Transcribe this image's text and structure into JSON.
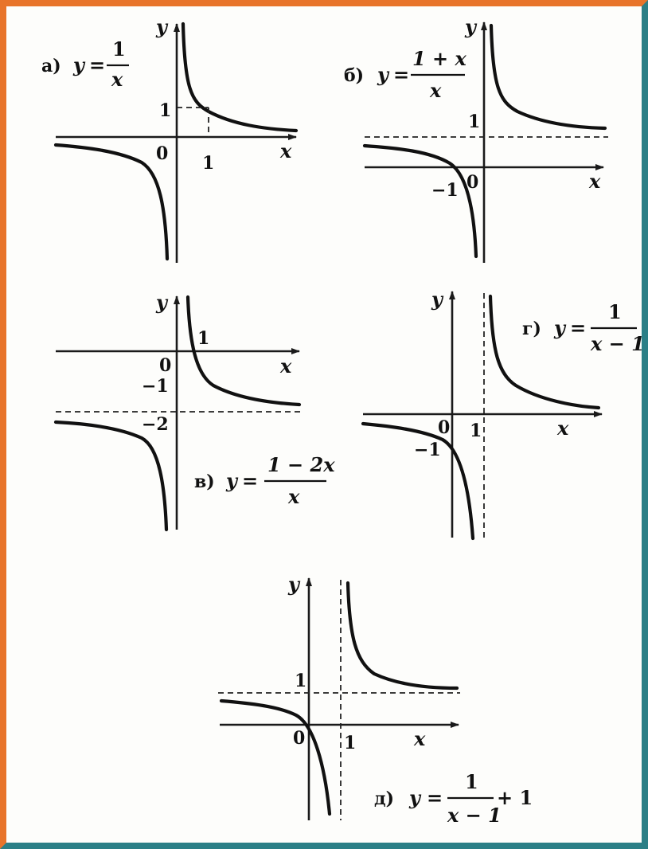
{
  "colors": {
    "frame_top_left": "#e8742a",
    "frame_bottom_right": "#2b7f86",
    "ink": "#111111"
  },
  "graphs": {
    "a": {
      "label": "а)",
      "y_var": "y",
      "eq": "=",
      "numerator": "1",
      "denominator": "x",
      "x_axis": "x",
      "y_axis": "y",
      "origin": "0",
      "tick_x": "1",
      "tick_y": "1"
    },
    "b": {
      "label": "б)",
      "y_var": "y",
      "eq": "=",
      "numerator": "1 + x",
      "denominator": "x",
      "x_axis": "x",
      "y_axis": "y",
      "origin": "0",
      "tick_x": "−1",
      "tick_y": "1"
    },
    "v": {
      "label": "в)",
      "y_var": "y",
      "eq": "=",
      "numerator": "1 − 2x",
      "denominator": "x",
      "x_axis": "x",
      "y_axis": "y",
      "origin": "0",
      "tick_x": "1",
      "tick_y1": "−1",
      "tick_y2": "−2"
    },
    "g": {
      "label": "г)",
      "y_var": "y",
      "eq": "=",
      "numerator": "1",
      "denominator": "x − 1",
      "x_axis": "x",
      "y_axis": "y",
      "origin": "0",
      "tick_x": "1",
      "tick_y": "−1"
    },
    "d": {
      "label": "д)",
      "y_var": "y",
      "eq": "=",
      "numerator": "1",
      "denominator": "x − 1",
      "suffix": "+ 1",
      "x_axis": "x",
      "y_axis": "y",
      "origin": "0",
      "tick_x": "1",
      "tick_y": "1"
    }
  }
}
